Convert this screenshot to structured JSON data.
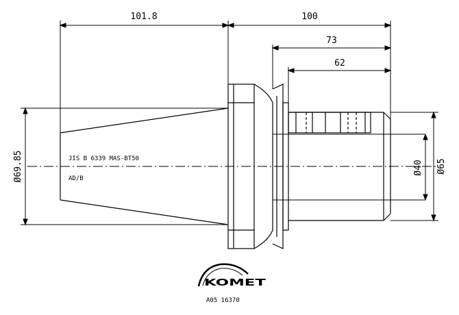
{
  "dimensions": {
    "taper_length": "101.8",
    "overall_length": "100",
    "length_73": "73",
    "length_62": "62",
    "dia_left": "Ø69.85",
    "dia_bore": "Ø40",
    "dia_65": "Ø65"
  },
  "notes": {
    "standard": "JIS B 6339 MAS-BT50",
    "sub": "AD/B"
  },
  "logo": {
    "brand": "KOMET",
    "part_number": "A05 16370"
  },
  "colors": {
    "line": "#000000",
    "background": "#ffffff"
  }
}
